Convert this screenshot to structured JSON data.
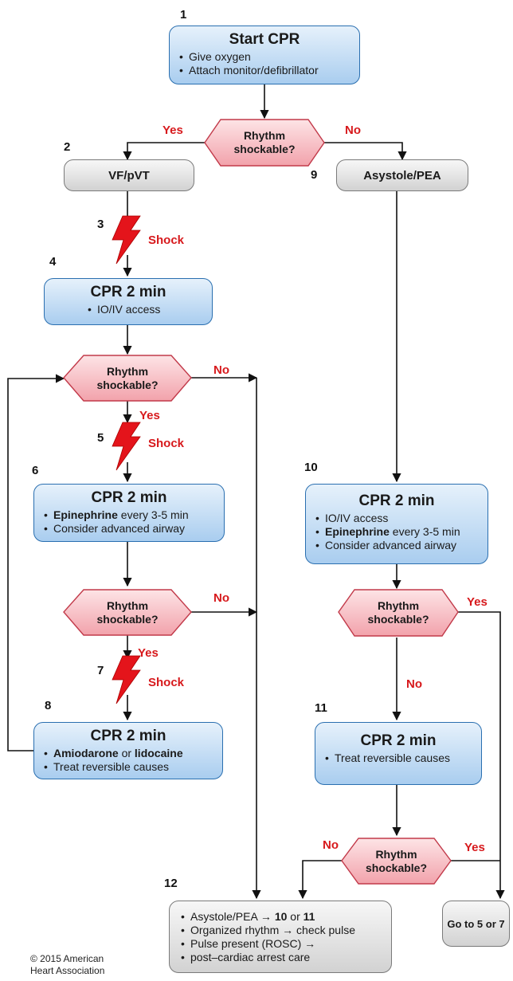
{
  "steps": {
    "n1": "1",
    "n2": "2",
    "n3": "3",
    "n4": "4",
    "n5": "5",
    "n6": "6",
    "n7": "7",
    "n8": "8",
    "n9": "9",
    "n10": "10",
    "n11": "11",
    "n12": "12"
  },
  "start": {
    "title": "Start CPR",
    "items": [
      "Give oxygen",
      "Attach monitor/defibrillator"
    ]
  },
  "decision_label": "Rhythm shockable?",
  "decisions": {
    "d1": [
      "Rhythm",
      "shockable?"
    ],
    "d2": [
      "Rhythm",
      "shockable?"
    ],
    "d3": [
      "Rhythm",
      "shockable?"
    ],
    "d4": [
      "Rhythm",
      "shockable?"
    ],
    "d5": [
      "Rhythm",
      "shockable?"
    ]
  },
  "yes": "Yes",
  "no": "No",
  "shock": "Shock",
  "vf": "VF/pVT",
  "asystole": "Asystole/PEA",
  "box4": {
    "title": "CPR 2 min",
    "items": [
      "IO/IV access"
    ]
  },
  "box6": {
    "title": "CPR 2 min",
    "item1_bold": "Epinephrine",
    "item1_rest": " every 3-5 min",
    "item2": "Consider advanced airway"
  },
  "box8": {
    "title": "CPR 2 min",
    "item1_bold1": "Amiodarone",
    "item1_mid": " or ",
    "item1_bold2": "lidocaine",
    "item2": "Treat reversible causes"
  },
  "box10": {
    "title": "CPR 2 min",
    "item1": "IO/IV access",
    "item2_bold": "Epinephrine",
    "item2_rest": " every 3-5 min",
    "item3": "Consider advanced airway"
  },
  "box11": {
    "title": "CPR 2 min",
    "items": [
      "Treat reversible causes"
    ]
  },
  "box12": {
    "l1a": "Asystole/PEA → ",
    "l1b": "10",
    "l1c": " or ",
    "l1d": "11",
    "l2": "Organized rhythm → check pulse",
    "l3": "Pulse present (ROSC) →",
    "l4": "post–cardiac arrest care"
  },
  "goto": "Go to 5 or 7",
  "copyright": [
    "© 2015 American",
    "Heart Association"
  ],
  "colors": {
    "blue_border": "#2a6fb0",
    "blue_fill": "#a9cdef",
    "decision_fill": "#f6b3bb",
    "decision_border": "#c23a4a",
    "accent_red": "#d7191c",
    "grey_fill": "#d2d2d2"
  }
}
